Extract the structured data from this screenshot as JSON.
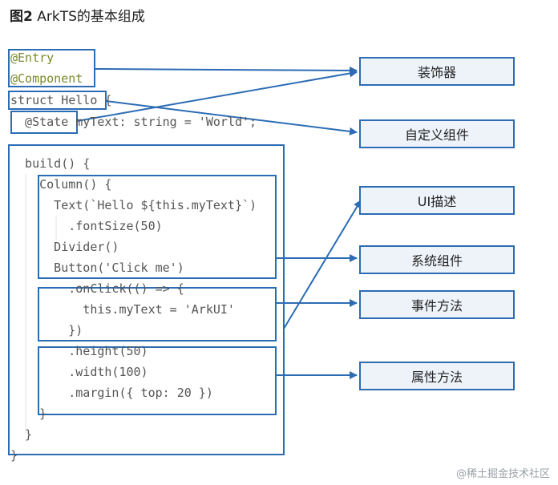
{
  "figure": {
    "label": "图2",
    "caption": "ArkTS的基本组成"
  },
  "code_lines": [
    "@Entry",
    "@Component",
    "struct Hello {",
    "  @State myText: string = 'World';",
    "",
    "  build() {",
    "    Column() {",
    "      Text(`Hello ${this.myText}`)",
    "        .fontSize(50)",
    "      Divider()",
    "      Button('Click me')",
    "        .onClick(() => {",
    "          this.myText = 'ArkUI'",
    "        })",
    "        .height(50)",
    "        .width(100)",
    "        .margin({ top: 20 })",
    "    }",
    "  }",
    "}"
  ],
  "labels": {
    "decorator": "装饰器",
    "custom_component": "自定义组件",
    "ui_description": "UI描述",
    "system_component": "系统组件",
    "event_method": "事件方法",
    "attribute_method": "属性方法"
  },
  "colors": {
    "box_border": "#2c6cb5",
    "label_fill": "#eef3fa",
    "arrow": "#2c6cb5"
  },
  "watermark": "@稀土掘金技术社区"
}
